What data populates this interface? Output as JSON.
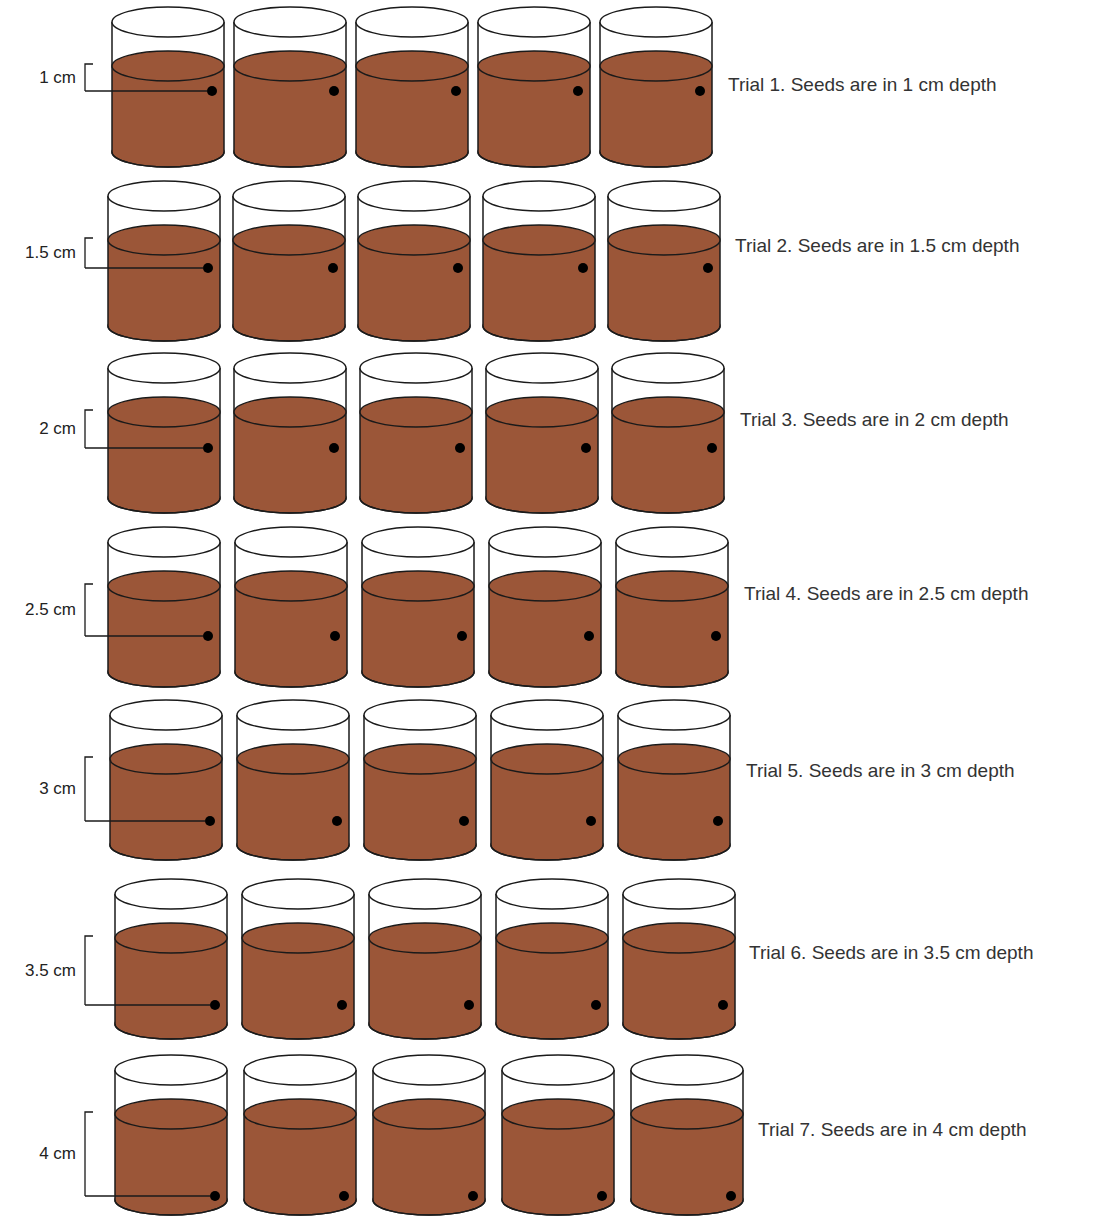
{
  "diagram": {
    "labels": [
      "1 cm",
      "Trial 1. Seeds are in 1 cm depth",
      "1.5 cm",
      "Trial 2. Seeds are in 1.5 cm depth",
      "2 cm",
      "Trial 3. Seeds are in 2 cm depth",
      "2.5 cm",
      "Trial 4. Seeds are in 2.5 cm depth",
      "3 cm",
      "Trial 5. Seeds are in 3 cm depth",
      "3.5 cm",
      "Trial 6. Seeds are in 3.5 cm depth",
      "4 cm",
      "Trial 7. Seeds are in 4 cm depth"
    ]
  }
}
